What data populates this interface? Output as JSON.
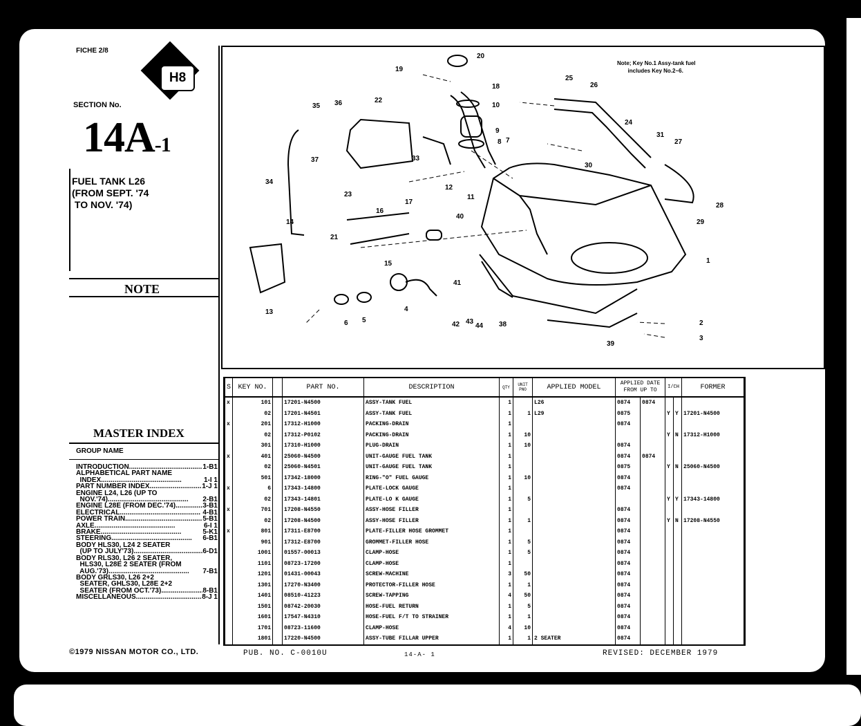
{
  "header": {
    "fiche": "FICHE 2/8",
    "badge": "H8",
    "section_label": "SECTION No.",
    "section_number_main": "14A",
    "section_number_sub": "-1",
    "title_lines": "FUEL TANK L26\n(FROM SEPT. '74\n TO NOV. '74)",
    "note_heading": "NOTE"
  },
  "diagram_note": "Note; Key No.1 Assy-tank fuel\n       includes Key No.2~6.",
  "callouts": [
    "1",
    "2",
    "3",
    "6",
    "5",
    "4",
    "7",
    "8",
    "9",
    "10",
    "11",
    "12",
    "13",
    "14",
    "15",
    "16",
    "17",
    "18",
    "19",
    "20",
    "21",
    "22",
    "23",
    "24",
    "25",
    "26",
    "27",
    "28",
    "29",
    "30",
    "31",
    "33",
    "34",
    "35",
    "36",
    "37",
    "38",
    "39",
    "40",
    "41",
    "42",
    "43",
    "44"
  ],
  "master_index": {
    "heading": "MASTER INDEX",
    "group_name_label": "GROUP NAME",
    "items": [
      {
        "text": "INTRODUCTION",
        "page": "1-B1"
      },
      {
        "text": "ALPHABETICAL PART NAME",
        "page": ""
      },
      {
        "text": "  INDEX",
        "page": "1-I 1"
      },
      {
        "text": "PART NUMBER INDEX",
        "page": "1-J 1"
      },
      {
        "text": "ENGINE L24, L26 (UP TO",
        "page": ""
      },
      {
        "text": "  NOV.'74)",
        "page": "2-B1"
      },
      {
        "text": "ENGINE L28E (FROM DEC.'74)",
        "page": "3-B1"
      },
      {
        "text": "ELECTRICAL",
        "page": "4-B1"
      },
      {
        "text": "POWER TRAIN",
        "page": "5-B1"
      },
      {
        "text": "AXLE",
        "page": "6-I 1"
      },
      {
        "text": "BRAKE",
        "page": "5-K1"
      },
      {
        "text": "STEERING",
        "page": "6-B1"
      },
      {
        "text": "BODY HLS30, L24 2 SEATER",
        "page": ""
      },
      {
        "text": "  (UP TO JULY'73)",
        "page": "6-D1"
      },
      {
        "text": "BODY RLS30, L26 2 SEATER,",
        "page": ""
      },
      {
        "text": "  HLS30, L28E 2 SEATER (FROM",
        "page": ""
      },
      {
        "text": "  AUG.'73)",
        "page": "7-B1"
      },
      {
        "text": "BODY GRLS30, L26 2+2",
        "page": ""
      },
      {
        "text": "  SEATER, GHLS30, L28E 2+2",
        "page": ""
      },
      {
        "text": "  SEATER (FROM OCT.'73)",
        "page": "8-B1"
      },
      {
        "text": "MISCELLANEOUS",
        "page": "8-J 1"
      }
    ]
  },
  "table": {
    "headers": {
      "s": "S",
      "key": "KEY NO.",
      "part": "PART  NO.",
      "desc": "DESCRIPTION",
      "qty": "QTY",
      "unit": "UNIT PNO",
      "model": "APPLIED MODEL",
      "date": "APPLIED DATE",
      "from": "FROM",
      "upto": "UP TO",
      "ich": "I/CH",
      "former": "FORMER"
    },
    "rows": [
      {
        "s": "x",
        "key": "101",
        "part": "17201-N4500",
        "desc": "ASSY-TANK FUEL",
        "qty": "1",
        "unit": "",
        "model": "L26",
        "from": "0874",
        "upto": "0874",
        "i": "",
        "c": "",
        "former": ""
      },
      {
        "s": "",
        "key": "02",
        "part": "17201-N4501",
        "desc": "ASSY-TANK FUEL",
        "qty": "1",
        "unit": "1",
        "model": "L29",
        "from": "0875",
        "upto": "",
        "i": "Y",
        "c": "Y",
        "former": "17201-N4500"
      },
      {
        "s": "x",
        "key": "201",
        "part": "17312-H1000",
        "desc": "PACKING-DRAIN",
        "qty": "1",
        "unit": "",
        "model": "",
        "from": "0874",
        "upto": "",
        "i": "",
        "c": "",
        "former": ""
      },
      {
        "s": "",
        "key": "02",
        "part": "17312-P0102",
        "desc": "PACKING-DRAIN",
        "qty": "1",
        "unit": "10",
        "model": "",
        "from": "",
        "upto": "",
        "i": "Y",
        "c": "N",
        "former": "17312-H1000"
      },
      {
        "s": "",
        "key": "301",
        "part": "17310-H1000",
        "desc": "PLUG-DRAIN",
        "qty": "1",
        "unit": "10",
        "model": "",
        "from": "0874",
        "upto": "",
        "i": "",
        "c": "",
        "former": ""
      },
      {
        "s": "x",
        "key": "401",
        "part": "25060-N4500",
        "desc": "UNIT-GAUGE FUEL TANK",
        "qty": "1",
        "unit": "",
        "model": "",
        "from": "0874",
        "upto": "0874",
        "i": "",
        "c": "",
        "former": ""
      },
      {
        "s": "",
        "key": "02",
        "part": "25060-N4501",
        "desc": "UNIT-GAUGE FUEL TANK",
        "qty": "1",
        "unit": "",
        "model": "",
        "from": "0875",
        "upto": "",
        "i": "Y",
        "c": "N",
        "former": "25060-N4500"
      },
      {
        "s": "",
        "key": "501",
        "part": "17342-18000",
        "desc": "RING-\"O\" FUEL GAUGE",
        "qty": "1",
        "unit": "10",
        "model": "",
        "from": "0874",
        "upto": "",
        "i": "",
        "c": "",
        "former": ""
      },
      {
        "s": "x",
        "key": "6",
        "part": "17343-14800",
        "desc": "PLATE-LOCK GAUGE",
        "qty": "1",
        "unit": "",
        "model": "",
        "from": "0874",
        "upto": "",
        "i": "",
        "c": "",
        "former": ""
      },
      {
        "s": "",
        "key": "02",
        "part": "17343-14801",
        "desc": "PLATE-LO K GAUGE",
        "qty": "1",
        "unit": "5",
        "model": "",
        "from": "",
        "upto": "",
        "i": "Y",
        "c": "Y",
        "former": "17343-14800"
      },
      {
        "s": "x",
        "key": "701",
        "part": "17208-N4550",
        "desc": "ASSY-HOSE FILLER",
        "qty": "1",
        "unit": "",
        "model": "",
        "from": "0874",
        "upto": "",
        "i": "",
        "c": "",
        "former": ""
      },
      {
        "s": "",
        "key": "02",
        "part": "17208-N4500",
        "desc": "ASSY-HOSE FILLER",
        "qty": "1",
        "unit": "1",
        "model": "",
        "from": "0874",
        "upto": "",
        "i": "Y",
        "c": "N",
        "former": "17208-N4550"
      },
      {
        "s": "x",
        "key": "801",
        "part": "17311-E8700",
        "desc": "PLATE-FILLER HOSE GROMMET",
        "qty": "1",
        "unit": "",
        "model": "",
        "from": "0874",
        "upto": "",
        "i": "",
        "c": "",
        "former": ""
      },
      {
        "s": "",
        "key": "901",
        "part": "17312-E8700",
        "desc": "GROMMET-FILLER HOSE",
        "qty": "1",
        "unit": "5",
        "model": "",
        "from": "0874",
        "upto": "",
        "i": "",
        "c": "",
        "former": ""
      },
      {
        "s": "",
        "key": "1001",
        "part": "01557-00013",
        "desc": "CLAMP-HOSE",
        "qty": "1",
        "unit": "5",
        "model": "",
        "from": "0874",
        "upto": "",
        "i": "",
        "c": "",
        "former": ""
      },
      {
        "s": "",
        "key": "1101",
        "part": "08723-17200",
        "desc": "CLAMP-HOSE",
        "qty": "1",
        "unit": "",
        "model": "",
        "from": "0874",
        "upto": "",
        "i": "",
        "c": "",
        "former": ""
      },
      {
        "s": "",
        "key": "1201",
        "part": "01431-00043",
        "desc": "SCREW-MACHINE",
        "qty": "3",
        "unit": "50",
        "model": "",
        "from": "0874",
        "upto": "",
        "i": "",
        "c": "",
        "former": ""
      },
      {
        "s": "",
        "key": "1301",
        "part": "17270-N3400",
        "desc": "PROTECTOR-FILLER HOSE",
        "qty": "1",
        "unit": "1",
        "model": "",
        "from": "0874",
        "upto": "",
        "i": "",
        "c": "",
        "former": ""
      },
      {
        "s": "",
        "key": "1401",
        "part": "08510-41223",
        "desc": "SCREW-TAPPING",
        "qty": "4",
        "unit": "50",
        "model": "",
        "from": "0874",
        "upto": "",
        "i": "",
        "c": "",
        "former": ""
      },
      {
        "s": "",
        "key": "1501",
        "part": "08742-20030",
        "desc": "HOSE-FUEL RETURN",
        "qty": "1",
        "unit": "5",
        "model": "",
        "from": "0874",
        "upto": "",
        "i": "",
        "c": "",
        "former": ""
      },
      {
        "s": "",
        "key": "1601",
        "part": "17547-N4310",
        "desc": "HOSE-FUEL F/T TO STRAINER",
        "qty": "1",
        "unit": "1",
        "model": "",
        "from": "0874",
        "upto": "",
        "i": "",
        "c": "",
        "former": ""
      },
      {
        "s": "",
        "key": "1701",
        "part": "08723-11600",
        "desc": "CLAMP-HOSE",
        "qty": "4",
        "unit": "10",
        "model": "",
        "from": "0874",
        "upto": "",
        "i": "",
        "c": "",
        "former": ""
      },
      {
        "s": "",
        "key": "1801",
        "part": "17220-N4500",
        "desc": "ASSY-TUBE FILLAR UPPER",
        "qty": "1",
        "unit": "1",
        "model": "2 SEATER",
        "from": "0874",
        "upto": "",
        "i": "",
        "c": "",
        "former": ""
      }
    ]
  },
  "footer": {
    "copyright": "©1979 NISSAN MOTOR CO., LTD.",
    "pub_no": "PUB. NO. C-0010U",
    "page": "14-A- 1",
    "revised": "REVISED: DECEMBER 1979"
  }
}
